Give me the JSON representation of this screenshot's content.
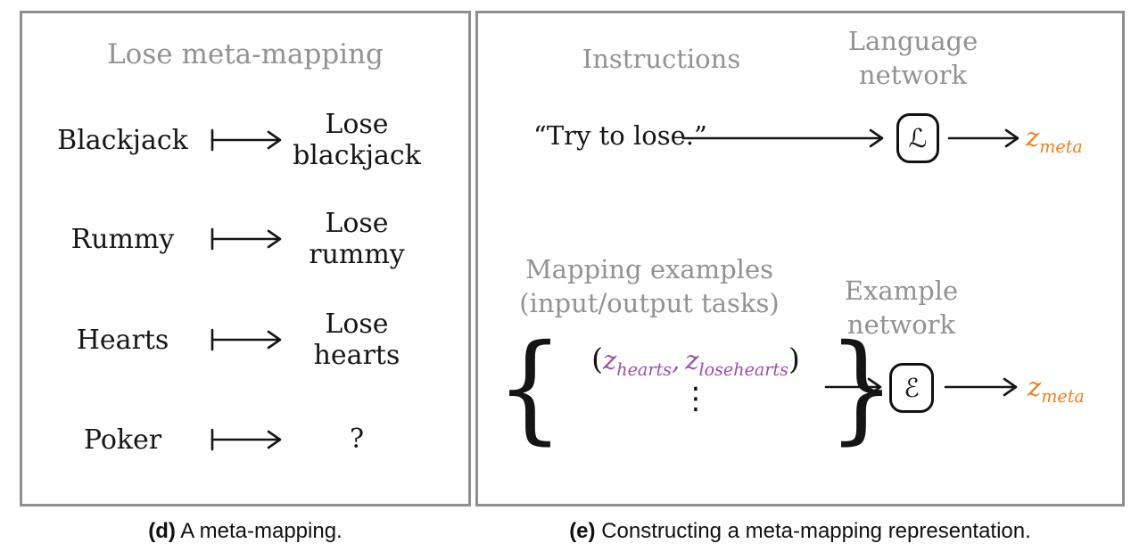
{
  "colors": {
    "panel_border_gray": "#8f8f8f",
    "label_gray": "#929292",
    "text_black": "#151515",
    "z_meta_orange": "#f0801f",
    "z_example_purple": "#9a4fad"
  },
  "panel_d": {
    "title": "Lose meta-mapping",
    "rows": [
      {
        "from": "Blackjack",
        "to_line1": "Lose",
        "to_line2": "blackjack"
      },
      {
        "from": "Rummy",
        "to_line1": "Lose",
        "to_line2": "rummy"
      },
      {
        "from": "Hearts",
        "to_line1": "Lose",
        "to_line2": "hearts"
      },
      {
        "from": "Poker",
        "to_line1": "?"
      }
    ],
    "caption_label": "(d)",
    "caption_text": " A meta-mapping."
  },
  "panel_e": {
    "instructions_label": "Instructions",
    "language_network_line1": "Language",
    "language_network_line2": "network",
    "instruction_text": "“Try to lose.”",
    "language_symbol": "ℒ",
    "example_symbol": "ℰ",
    "z": "z",
    "z_meta_sub": "meta",
    "mapping_examples_line1": "Mapping examples",
    "mapping_examples_line2": "(input/output tasks)",
    "example_network_line1": "Example",
    "example_network_line2": "network",
    "pair_open": "(",
    "z1_sub": "hearts",
    "pair_comma": ",",
    "z2_sub": "losehearts",
    "pair_close": ")",
    "vdots": "⋮",
    "brace_open": "{",
    "brace_close": "}",
    "caption_label": "(e)",
    "caption_text": " Constructing a meta-mapping representation."
  }
}
